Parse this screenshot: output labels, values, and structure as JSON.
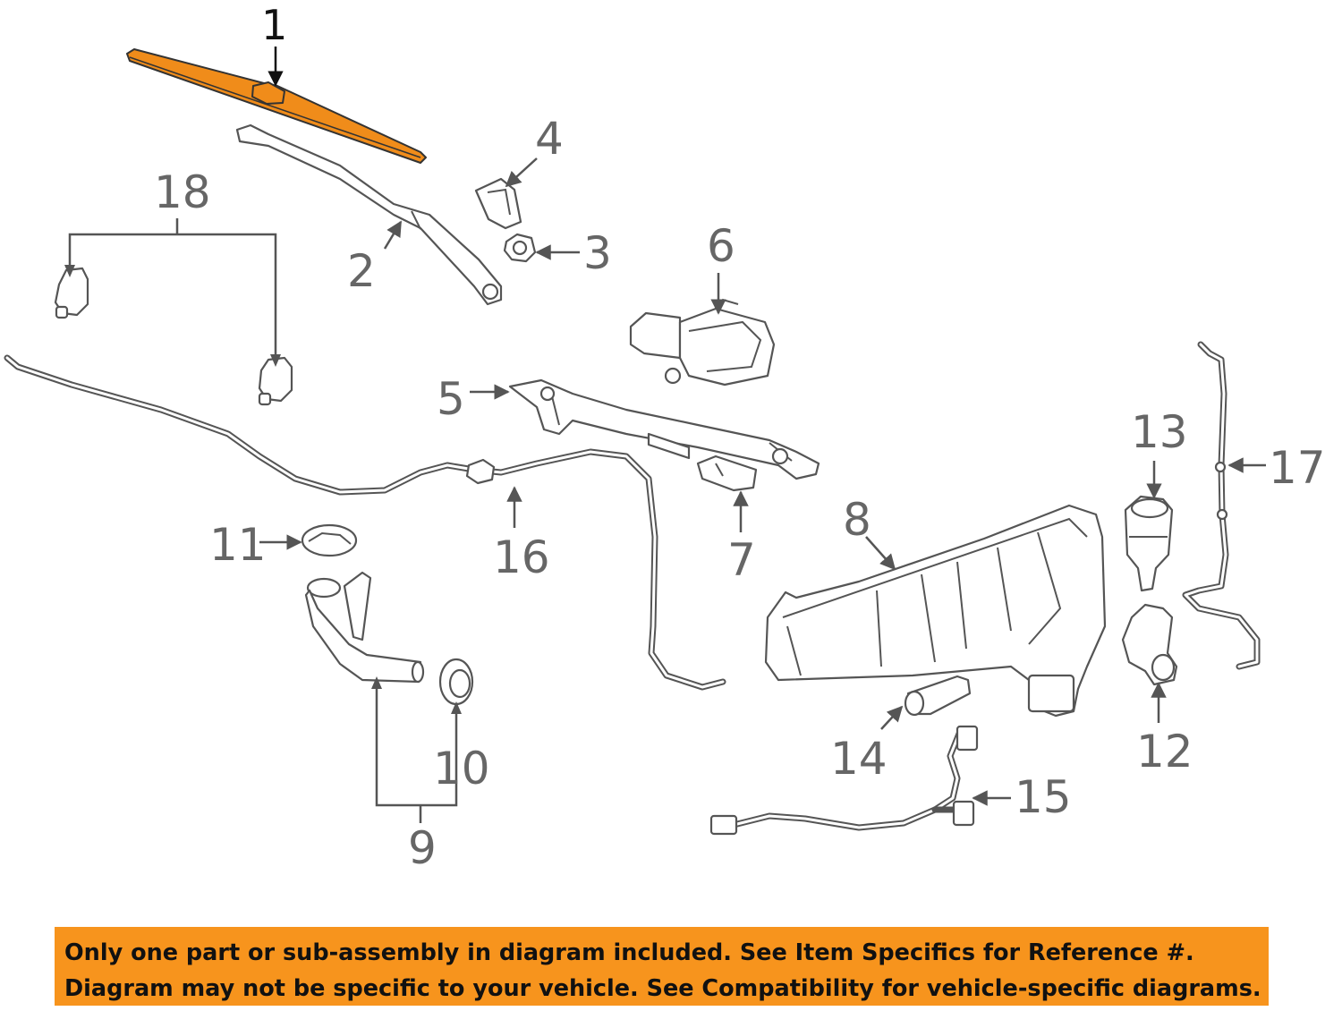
{
  "diagram": {
    "callouts": {
      "c1": "1",
      "c2": "2",
      "c3": "3",
      "c4": "4",
      "c5": "5",
      "c6": "6",
      "c7": "7",
      "c8": "8",
      "c9": "9",
      "c10": "10",
      "c11": "11",
      "c12": "12",
      "c13": "13",
      "c14": "14",
      "c15": "15",
      "c16": "16",
      "c17": "17",
      "c18": "18"
    },
    "highlight_color": "#f08c1a"
  },
  "banner": {
    "line1": "Only one part or sub-assembly in diagram included. See Item Specifics for Reference #.",
    "line2": "Diagram may not be specific to your vehicle. See Compatibility for vehicle-specific diagrams.",
    "background_color": "#f7941d"
  }
}
